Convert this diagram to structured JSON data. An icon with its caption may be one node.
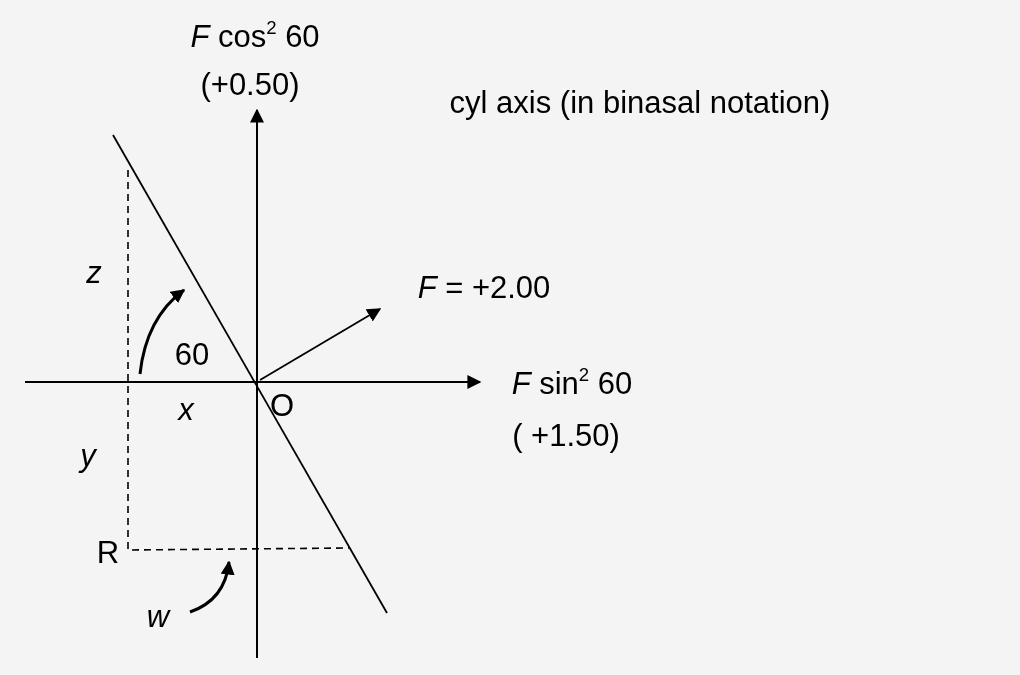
{
  "diagram": {
    "labels": [
      "*F* cos$^{2}$ 60",
      "(+0.50)",
      "cyl axis (in binasal notation)",
      "z",
      "*F* = +2.00",
      "60",
      "x",
      "O",
      "*F* sin$^{2}$ 60",
      "( +1.50)",
      "y",
      "R",
      "w"
    ]
  }
}
